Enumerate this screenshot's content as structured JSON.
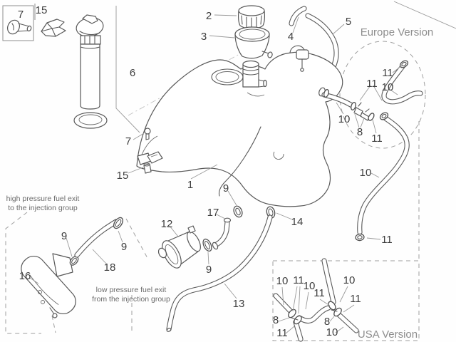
{
  "diagram": {
    "version_labels": {
      "europe": "Europe Version",
      "usa": "USA Version"
    },
    "annotations": {
      "high_pressure_line1": "high pressure fuel exit",
      "high_pressure_line2": "to the injection group",
      "low_pressure_line1": "low pressure fuel exit",
      "low_pressure_line2": "from the injection group"
    },
    "callouts": [
      {
        "t": "7"
      },
      {
        "t": "15"
      },
      {
        "t": "6"
      },
      {
        "t": "2"
      },
      {
        "t": "3"
      },
      {
        "t": "4"
      },
      {
        "t": "5"
      },
      {
        "t": "11"
      },
      {
        "t": "11"
      },
      {
        "t": "10"
      },
      {
        "t": "10"
      },
      {
        "t": "8"
      },
      {
        "t": "11"
      },
      {
        "t": "10"
      },
      {
        "t": "11"
      },
      {
        "t": "7"
      },
      {
        "t": "15"
      },
      {
        "t": "1"
      },
      {
        "t": "9"
      },
      {
        "t": "17"
      },
      {
        "t": "12"
      },
      {
        "t": "14"
      },
      {
        "t": "9"
      },
      {
        "t": "13"
      },
      {
        "t": "16"
      },
      {
        "t": "9"
      },
      {
        "t": "18"
      },
      {
        "t": "9"
      },
      {
        "t": "10"
      },
      {
        "t": "11"
      },
      {
        "t": "10"
      },
      {
        "t": "11"
      },
      {
        "t": "10"
      },
      {
        "t": "11"
      },
      {
        "t": "8"
      },
      {
        "t": "11"
      },
      {
        "t": "8"
      },
      {
        "t": "10"
      }
    ]
  }
}
